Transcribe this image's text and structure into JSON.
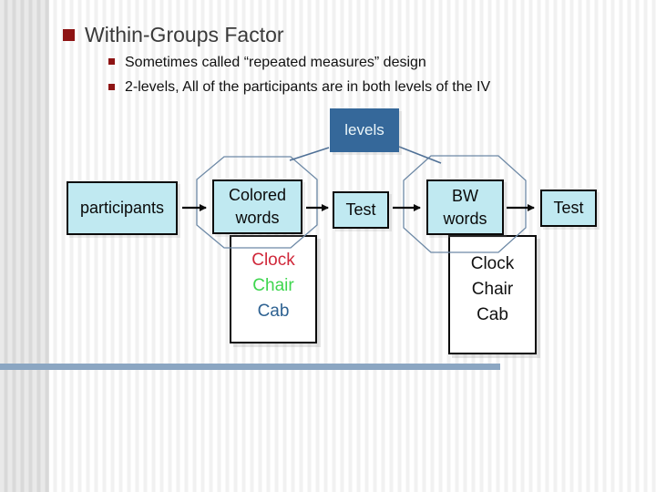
{
  "slide": {
    "title": "Within-Groups Factor",
    "bullet1": "Sometimes called “repeated measures” design",
    "bullet2": "2-levels, All of the participants are in both levels of the IV"
  },
  "diagram": {
    "levels_label": "levels",
    "participants_label": "participants",
    "condition1": {
      "line1": "Colored",
      "line2": "words"
    },
    "test1_label": "Test",
    "condition2": {
      "line1": "BW",
      "line2": "words"
    },
    "test2_label": "Test",
    "colored_words_box": {
      "items": [
        {
          "text": "Clock",
          "color": "#d0283a"
        },
        {
          "text": "Chair",
          "color": "#3ed64e"
        },
        {
          "text": "Cab",
          "color": "#2e6292"
        }
      ]
    },
    "bw_words_box": {
      "items": [
        {
          "text": "Clock",
          "color": "#111111"
        },
        {
          "text": "Chair",
          "color": "#111111"
        },
        {
          "text": "Cab",
          "color": "#111111"
        }
      ]
    }
  },
  "colors": {
    "bullet_red": "#8e1414",
    "box_cyan": "#c0e9f1",
    "levels_blue": "#35689a",
    "levels_text": "#ecf7fa",
    "octagon_line": "#6d89a6",
    "connector_line": "#4f7096",
    "arrow_black": "#0a0a0a",
    "bottom_bar_blue": "#8ba6c2"
  }
}
